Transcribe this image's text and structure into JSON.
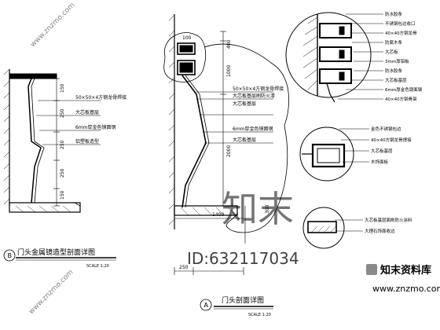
{
  "drawing": {
    "title_b": "门头金属镜造型剖面详图",
    "scale_b": "SCALE 1:20",
    "marker_b": "B",
    "title_a": "门头剖面详图",
    "scale_a": "SCALE 1:20",
    "marker_a": "A"
  },
  "dimensions_b": [
    "150",
    "250",
    "250",
    "250",
    "150"
  ],
  "dimensions_a": {
    "vertical": [
      "400",
      "1000",
      "2000"
    ],
    "top_small": "100",
    "bottom": [
      "250",
      "1400"
    ],
    "right_side": "300"
  },
  "labels_b": [
    "50×50×4方钢龙骨焊接",
    "大芯板基层",
    "6mm厚金色镜面钢",
    "铝塑板造型"
  ],
  "labels_a_left": [
    "50×50×4方钢龙骨焊接",
    "大芯板基层刷防火漆",
    "大芯板基层",
    "6mm厚金色镜面钢",
    "大芯板基层"
  ],
  "labels_detail_top": [
    "防水胶条",
    "不锈钢包边收口",
    "40×40方钢龙骨",
    "防腐木条",
    "大芯板",
    "3mm厚铝板",
    "防水胶条",
    "大芯板基层",
    "6mm厚金色镜面钢",
    "40×40方钢骨架"
  ],
  "labels_detail_mid": [
    "金色不锈钢包边",
    "40×40方钢龙骨焊接",
    "大芯板基层",
    "木饰面板"
  ],
  "labels_detail_bot": [
    "大芯板基层面刷防火涂料",
    "大理石饰面收边"
  ],
  "watermark": {
    "brand_cn": "知末",
    "id_text": "ID:632117034",
    "logo_text": "知末资料库",
    "url": "www.znzmo.com",
    "side_url": "www.znzmo.com"
  }
}
